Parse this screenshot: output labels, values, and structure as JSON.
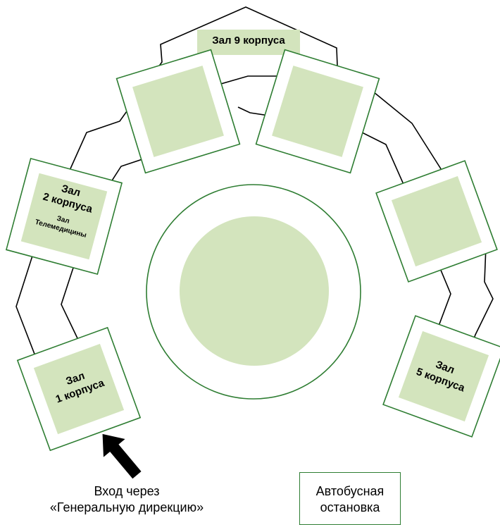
{
  "halls": {
    "hall9": {
      "label": "Зал 9 корпуса"
    },
    "hall2": {
      "line1": "Зал",
      "line2": "2 корпуса",
      "sub1": "Зал",
      "sub2": "Телемедицины"
    },
    "hall1": {
      "line1": "Зал",
      "line2": "1 корпуса"
    },
    "hall5": {
      "line1": "Зал",
      "line2": "5 корпуса"
    }
  },
  "entrance": {
    "line1": "Вход через",
    "line2": "«Генеральную дирекцию»"
  },
  "bus_stop": {
    "line1": "Автобусная",
    "line2": "остановка"
  },
  "colors": {
    "border": "#2e7d32",
    "fill": "#d3e4bd",
    "arrow": "#000000",
    "line": "#000000"
  }
}
